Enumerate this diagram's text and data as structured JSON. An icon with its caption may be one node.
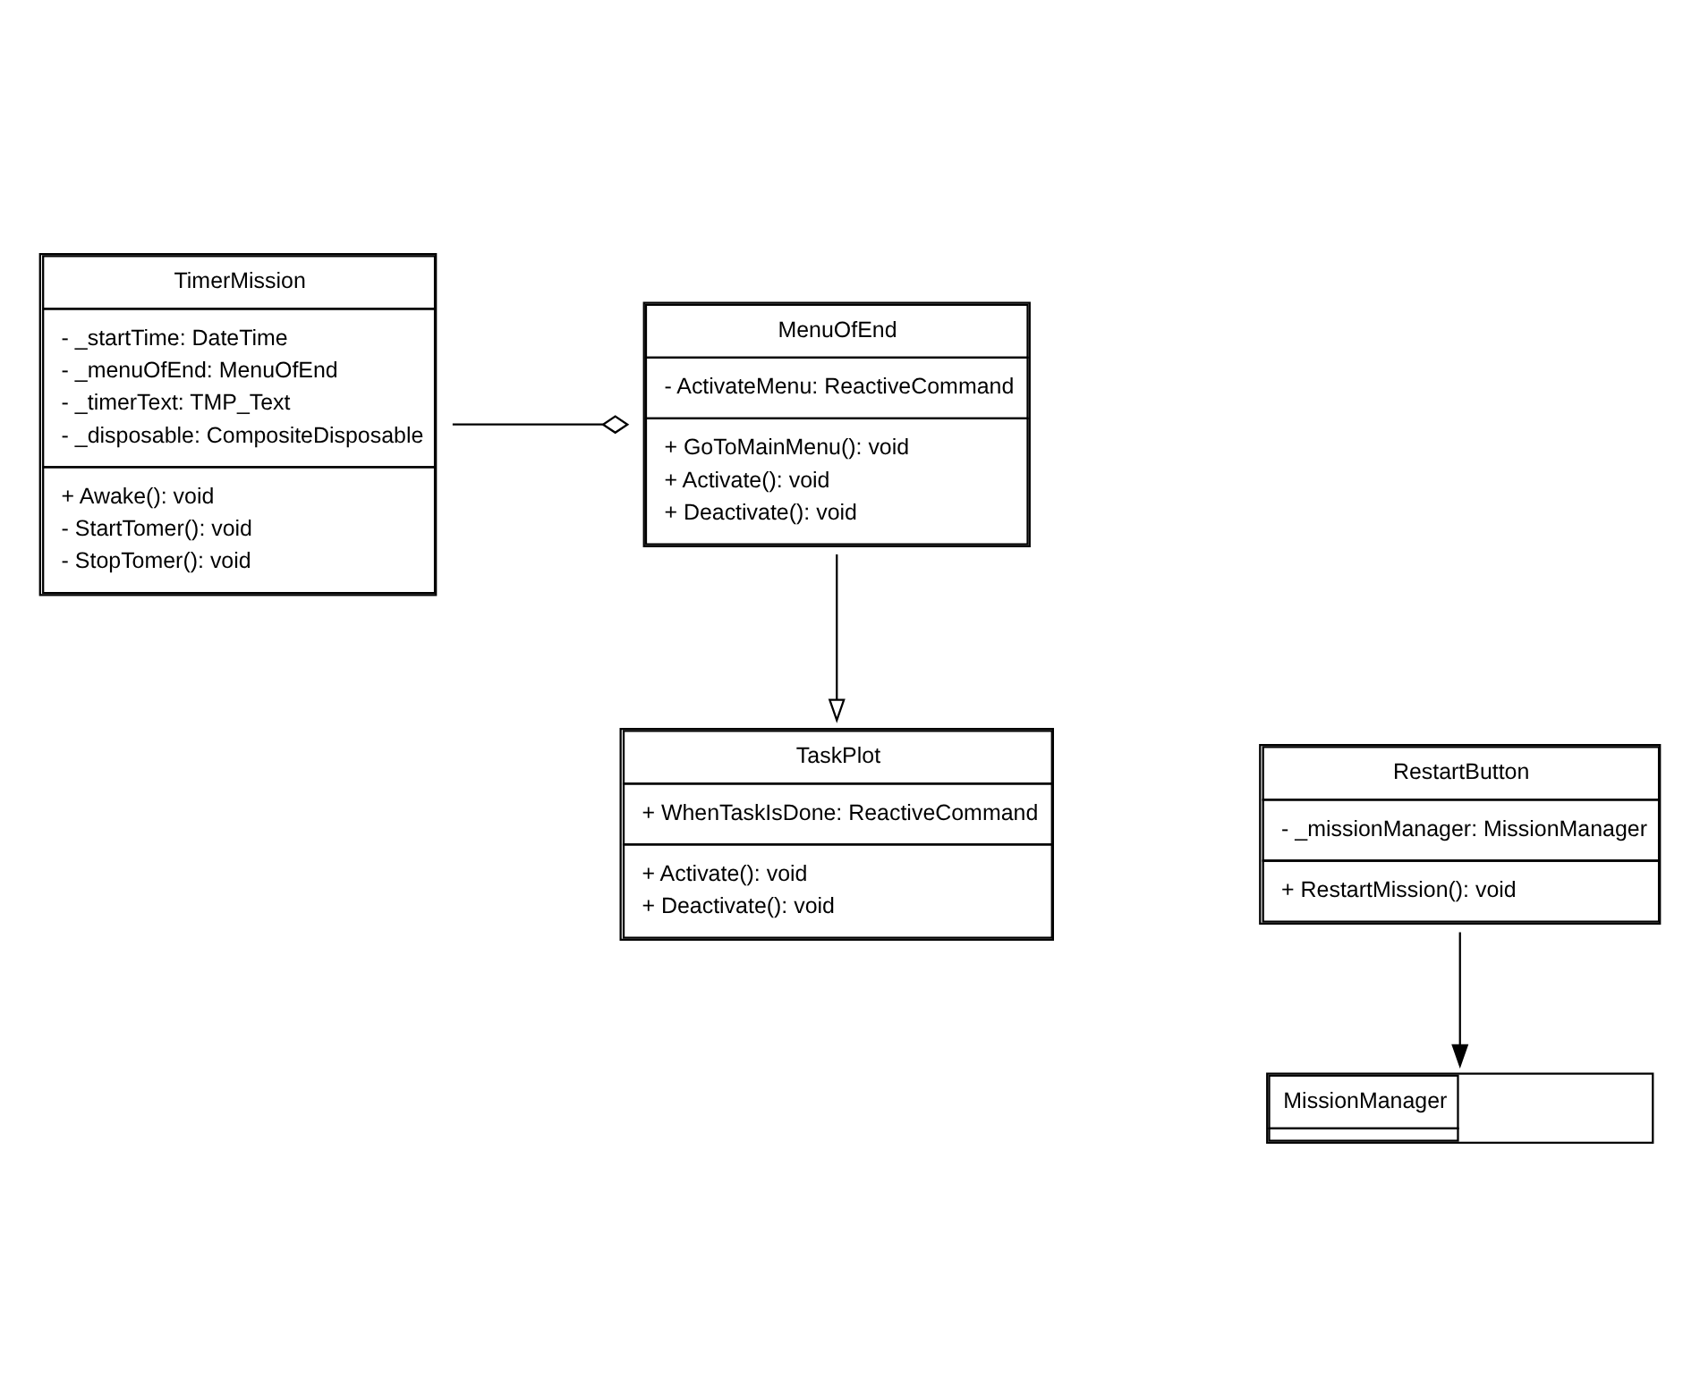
{
  "diagram": {
    "nodes": [
      {
        "text": [
          "MenuOfEnd",
          "- ActivateMenu: ReactiveCommand",
          "+ GoToMainMenu(): void",
          "+ Activate(): void",
          "+ Deactivate(): void"
        ]
      },
      {
        "text": [
          "TimerMission",
          "- _startTime: DateTime",
          "- _menuOfEnd: MenuOfEnd",
          "- _timerText: TMP_Text",
          "- _disposable: CompositeDisposable",
          "+ Awake(): void",
          "- StartTomer(): void",
          "- StopTomer(): void"
        ]
      },
      {
        "text": [
          "TaskPlot",
          "+ WhenTaskIsDone: ReactiveCommand",
          "+ Activate(): void",
          "+ Deactivate(): void"
        ]
      },
      {
        "text": [
          "RestartButton",
          "- _missionManager: MissionManager",
          "+ RestartMission(): void"
        ]
      },
      {
        "text": [
          "MissionManager"
        ]
      }
    ],
    "edges": [
      {
        "from": 1,
        "to": 0,
        "arrow": "other"
      },
      {
        "from": 0,
        "to": 2,
        "arrow": "to"
      },
      {
        "from": 3,
        "to": 4,
        "arrow": "to"
      }
    ]
  }
}
